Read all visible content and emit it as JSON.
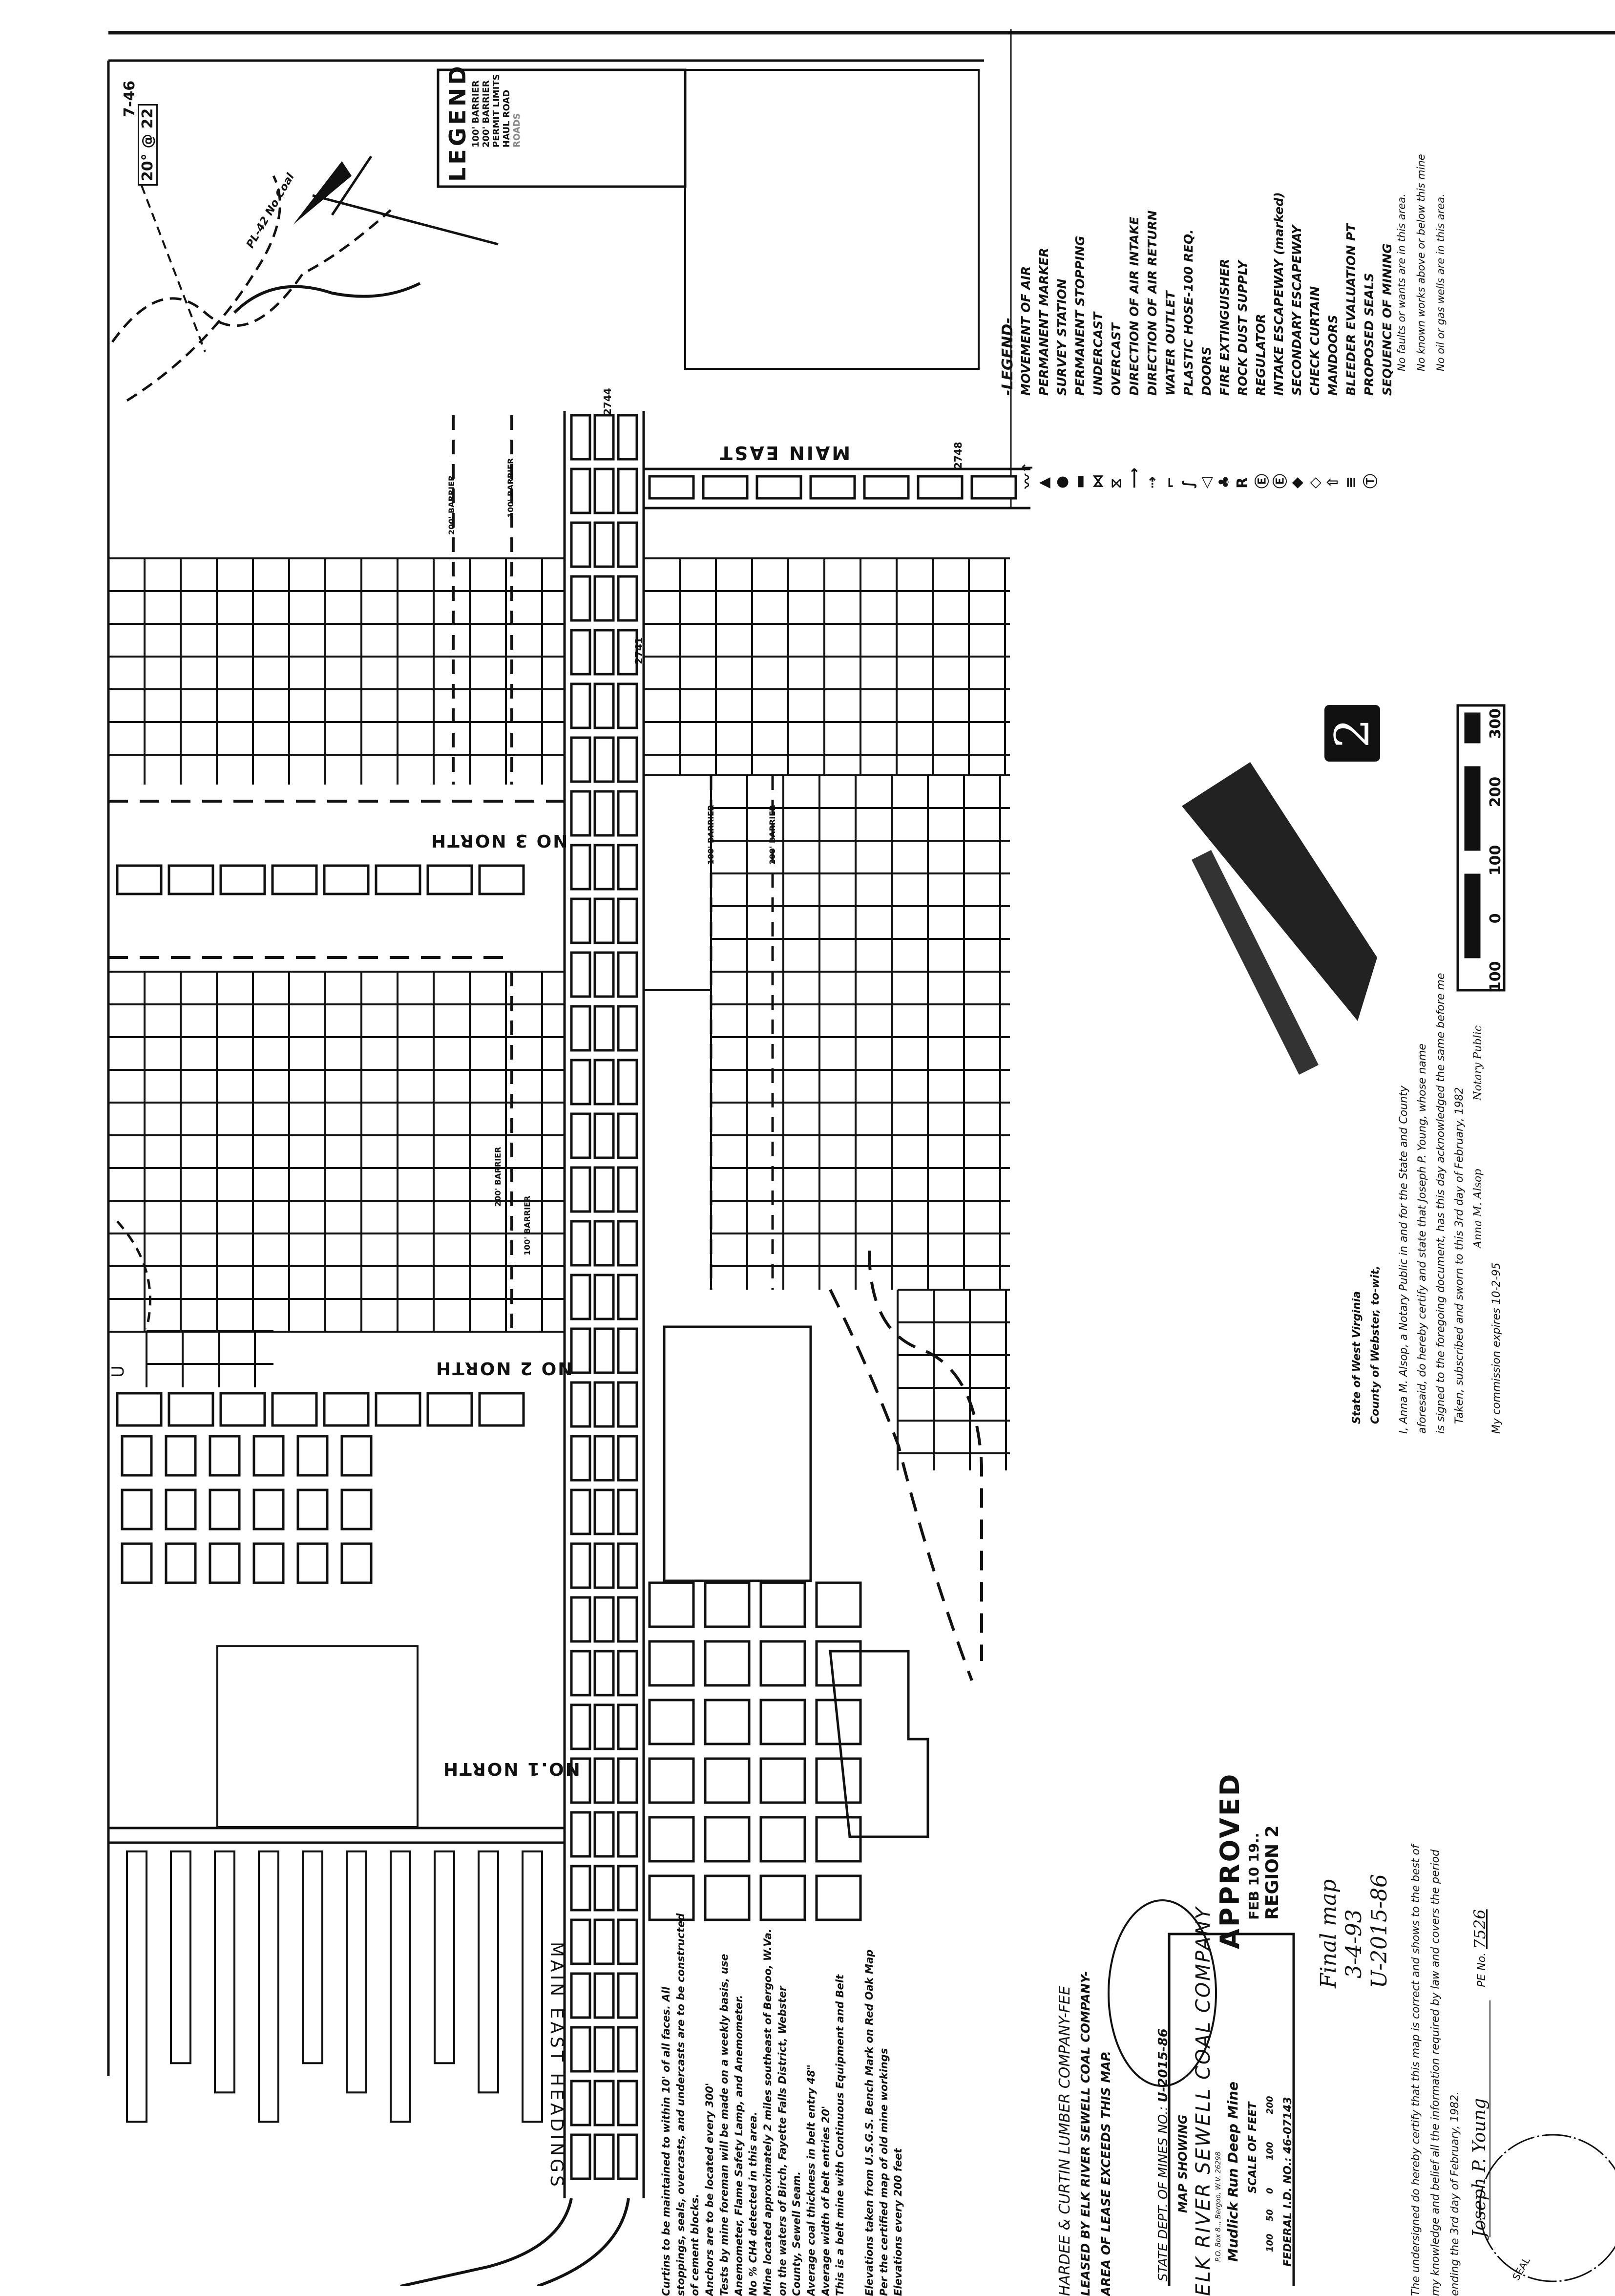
{
  "page_number": "2",
  "map_labels": {
    "main_east": "MAIN EAST",
    "main_east_headings": "MAIN EAST HEADINGS",
    "no1_north": "NO.1 NORTH",
    "no2_north": "NO 2 NORTH",
    "no3_north": "NO 3 NORTH",
    "barrier_200": "200' BARRIER",
    "barrier_100": "100' BARRIER",
    "elevations": [
      "2744",
      "2748",
      "2741"
    ],
    "corner_code": "7-46",
    "corner_angle": "20° @ 22",
    "pl_note": "PL-42 No Coal",
    "u_mark": "U"
  },
  "legend_box": {
    "title": "LEGEND",
    "items": [
      "100' BARRIER",
      "200' BARRIER",
      "PERMIT LIMITS",
      "HAUL ROAD",
      "ROADS"
    ]
  },
  "legend": {
    "title": "-LEGEND-",
    "items": [
      {
        "symbol": "〰↑",
        "label": "MOVEMENT OF AIR"
      },
      {
        "symbol": "▲",
        "label": "PERMANENT MARKER"
      },
      {
        "symbol": "●",
        "label": "SURVEY STATION"
      },
      {
        "symbol": "▬",
        "label": "PERMANENT STOPPING"
      },
      {
        "symbol": "⋈",
        "label": "UNDERCAST"
      },
      {
        "symbol": "⧖",
        "label": "OVERCAST"
      },
      {
        "symbol": "⟶",
        "label": "DIRECTION OF AIR INTAKE"
      },
      {
        "symbol": "⇢",
        "label": "DIRECTION OF AIR RETURN"
      },
      {
        "symbol": "⌐",
        "label": "WATER OUTLET"
      },
      {
        "symbol": "∫",
        "label": "PLASTIC HOSE-100 REQ."
      },
      {
        "symbol": "◁",
        "label": "DOORS"
      },
      {
        "symbol": "♣",
        "label": "FIRE EXTINGUISHER"
      },
      {
        "symbol": "R",
        "label": "ROCK DUST SUPPLY"
      },
      {
        "symbol": "Ⓔ",
        "label": "REGULATOR"
      },
      {
        "symbol": "Ⓔ",
        "label": "INTAKE ESCAPEWAY (marked)"
      },
      {
        "symbol": "◆",
        "label": "SECONDARY ESCAPEWAY"
      },
      {
        "symbol": "◇",
        "label": "CHECK CURTAIN"
      },
      {
        "symbol": "⇧",
        "label": "MANDOORS"
      },
      {
        "symbol": "≡",
        "label": "BLEEDER EVALUATION PT"
      },
      {
        "symbol": "Ⓣ",
        "label": "PROPOSED SEALS"
      },
      {
        "symbol": "",
        "label": "SEQUENCE OF MINING"
      }
    ]
  },
  "side_notes": [
    "No faults or wants are in this area.",
    "No known works above or below this mine",
    "No oil or gas wells are in this area."
  ],
  "scale_bar": {
    "ticks": [
      "100",
      "0",
      "100",
      "200",
      "300"
    ]
  },
  "notes": [
    "Curtins to be maintained to within 10' of all faces. All",
    "stoppings, seals, overcasts, and undercasts are to be constructed",
    "of cement blocks.",
    "Anchors are to be located every 300'",
    "Tests by mine foreman will be made on a weekly basis, use",
    "Anemometer, Flame Safety Lamp, and Anemometer.",
    "No % CH4 detected in this area.",
    "Mine located approximately 2 miles southeast of Bergoo, W.Va.",
    "on the waters of Birch, Fayette Falls District, Webster",
    "County, Sewell Seam.",
    "Average coal thickness in belt entry 48\"",
    "Average width of belt entries 20'",
    "This is a belt mine with Continuous Equipment and Belt",
    "",
    "Elevations taken from U.S.G.S. Bench Mark on Red Oak Map",
    "Per the certified map of old mine workings",
    "Elevations every 200 feet"
  ],
  "title_lines": [
    "HARDEE & CURTIN LUMBER COMPANY-FEE",
    "LEASED BY ELK RIVER SEWELL COAL COMPANY-",
    "AREA OF LEASE EXCEEDS THIS MAP."
  ],
  "title_block": {
    "dept_label": "STATE DEPT. OF MINES NO.:",
    "dept_no": "U-2015-86",
    "map_showing": "MAP SHOWING",
    "company": "ELK RIVER SEWELL COAL COMPANY",
    "address": "P.O. Box 8.., Bergoo, W.V. 26298",
    "mine": "Mudlick Run Deep Mine",
    "scale_label": "SCALE OF FEET",
    "scale_ticks": [
      "100",
      "50",
      "0",
      "100",
      "200"
    ],
    "federal_id": "FEDERAL I.D. NO.: 46-07143"
  },
  "stamp": {
    "approved": "APPROVED",
    "date": "FEB 10 19..",
    "region": "REGION 2"
  },
  "handwritten": [
    "Final map",
    "3-4-93",
    "U-2015-86"
  ],
  "certification": {
    "lines": [
      "The undersigned do hereby certify that this map is correct and shows to the best of",
      "my knowledge and belief all the information required by law and covers the period",
      "ending the 3rd day of February, 1982."
    ],
    "signature": "Joseph P. Young",
    "pe_label": "PE No.",
    "pe_no": "7526",
    "seal": "SEAL"
  },
  "notary": {
    "lines": [
      "State of West Virginia",
      "County of Webster, to-wit,",
      "I, Anna M. Alsop, a Notary Public in and for the State and County",
      "aforesaid, do hereby certify and state that Joseph P. Young, whose name",
      "is signed to the foregoing document, has this day acknowledged the same before me",
      "Taken, subscribed and sworn to this 3rd day of February, 1982",
      "Anna M. Alsop                    Notary Public",
      "My commission expires 10-2-95"
    ]
  }
}
